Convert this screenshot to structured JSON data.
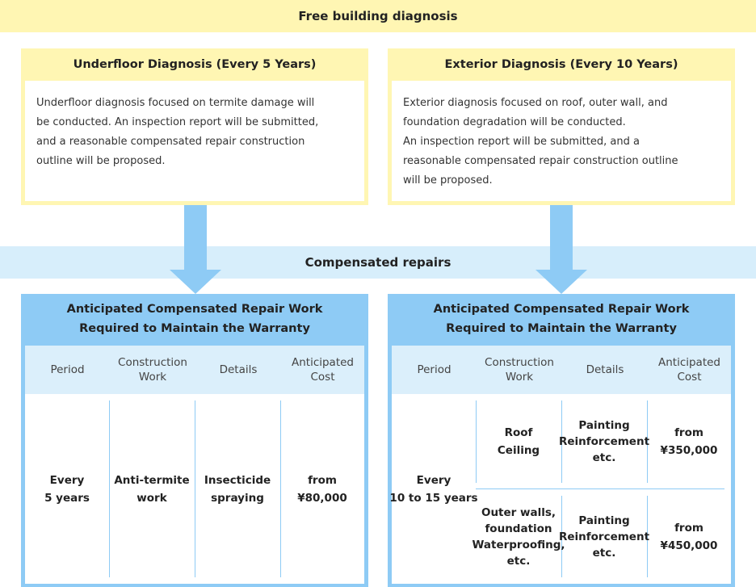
{
  "top_banner": "Free building diagnosis",
  "underfloor": {
    "title": "Underfloor Diagnosis (Every 5 Years)",
    "lines": [
      "Underfloor diagnosis focused on termite damage will",
      "be conducted. An inspection report will be submitted,",
      "and a reasonable compensated repair construction",
      "outline will be proposed."
    ]
  },
  "exterior": {
    "title": "Exterior Diagnosis (Every 10 Years)",
    "lines": [
      "Exterior diagnosis focused on roof, outer wall, and",
      "foundation degradation will be conducted.",
      "An inspection report will be submitted, and a",
      "reasonable compensated repair construction outline",
      "will be proposed."
    ]
  },
  "middle_banner": "Compensated repairs",
  "table_title": [
    "Anticipated Compensated Repair Work",
    "Required to Maintain the Warranty"
  ],
  "headers": {
    "period": "Period",
    "construction": [
      "Construction",
      "Work"
    ],
    "details": "Details",
    "cost": [
      "Anticipated",
      "Cost"
    ]
  },
  "left_table": {
    "period": [
      "Every",
      "5 years"
    ],
    "work": [
      "Anti-termite",
      "work"
    ],
    "details": [
      "Insecticide",
      "spraying"
    ],
    "cost": [
      "from",
      "¥80,000"
    ]
  },
  "right_table": {
    "period": [
      "Every",
      "10 to 15 years"
    ],
    "rows": [
      {
        "work": [
          "Roof",
          "Ceiling"
        ],
        "details": [
          "Painting",
          "Reinforcement",
          "etc."
        ],
        "cost": [
          "from",
          "¥350,000"
        ]
      },
      {
        "work": [
          "Outer walls,",
          "foundation",
          "Waterproofing,",
          "etc."
        ],
        "details": [
          "Painting",
          "Reinforcement",
          "etc."
        ],
        "cost": [
          "from",
          "¥450,000"
        ]
      }
    ]
  },
  "colors": {
    "yellow": "#fff6b3",
    "blue": "#8ecbf5",
    "light_blue": "#d7eefb"
  }
}
